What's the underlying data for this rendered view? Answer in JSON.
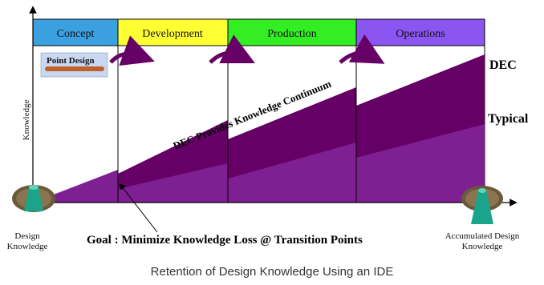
{
  "phases": [
    {
      "label": "Concept",
      "color": "#3aa0e0"
    },
    {
      "label": "Development",
      "color": "#ffff33"
    },
    {
      "label": "Production",
      "color": "#33ee22"
    },
    {
      "label": "Operations",
      "color": "#8a55f0"
    }
  ],
  "y_axis_label": "Knowledge",
  "point_design_label": "Point Design",
  "curve_labels": {
    "dec": "DEC",
    "typical": "Typical"
  },
  "continuum_label": "DEC Provides Knowledge Continuum",
  "goal_text": "Goal : Minimize Knowledge Loss @ Transition Points",
  "left_caption": [
    "Design",
    "Knowledge"
  ],
  "right_caption": [
    "Accumulated Design",
    "Knowledge"
  ],
  "caption": "Retention of Design Knowledge Using an IDE",
  "colors": {
    "dec_fill": "#660066",
    "typical_fill": "#7e1f92",
    "arrow": "#660066",
    "frame": "#000000"
  }
}
